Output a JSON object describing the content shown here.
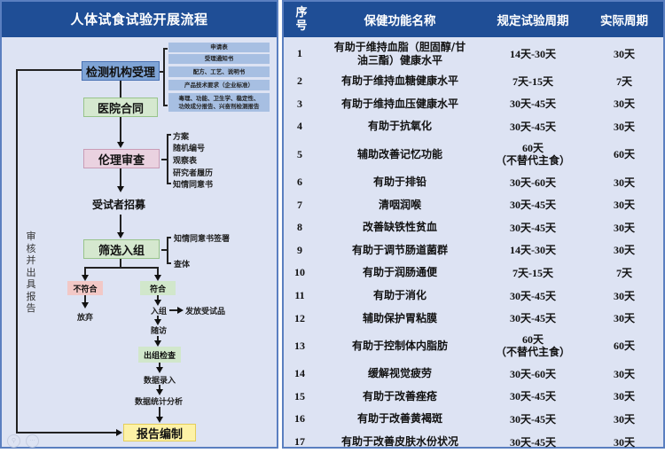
{
  "flowchart": {
    "title": "人体试食试验开展流程",
    "steps": {
      "acceptance": "检测机构受理",
      "hospital_contract": "医院合同",
      "ethics_review": "伦理审查",
      "recruitment": "受试者招募",
      "screening": "筛选入组",
      "not_eligible": "不符合",
      "give_up": "放弃",
      "eligible": "符合",
      "enroll": "入组",
      "distribute": "发放受试品",
      "follow_up": "随访",
      "exit_exam": "出组检查",
      "data_entry": "数据录入",
      "data_analysis": "数据统计分析",
      "report": "报告编制"
    },
    "acceptance_docs": [
      "申请表",
      "受理通知书",
      "配方、工艺、说明书",
      "产品技术要求（企业标准）",
      "毒理、功能、卫生学、稳定性、",
      "功效成分报告、兴奋剂检测报告"
    ],
    "ethics_docs": [
      "方案",
      "随机编号",
      "观察表",
      "研究者履历",
      "知情同意书"
    ],
    "screening_docs": [
      "知情同意书签署",
      "查体"
    ],
    "side_label": [
      "审",
      "核",
      "并",
      "出",
      "具",
      "报",
      "告"
    ]
  },
  "table": {
    "headers": {
      "no_line1": "序",
      "no_line2": "号",
      "name": "保健功能名称",
      "required": "规定试验周期",
      "actual": "实际周期"
    },
    "rows": [
      {
        "no": "1",
        "name": "有助于维持血脂（胆固醇/甘",
        "name2": "油三酯）健康水平",
        "required": "14天-30天",
        "required2": "",
        "actual": "30天"
      },
      {
        "no": "2",
        "name": "有助于维持血糖健康水平",
        "name2": "",
        "required": "7天-15天",
        "required2": "",
        "actual": "7天"
      },
      {
        "no": "3",
        "name": "有助于维持血压健康水平",
        "name2": "",
        "required": "30天-45天",
        "required2": "",
        "actual": "30天"
      },
      {
        "no": "4",
        "name": "有助于抗氧化",
        "name2": "",
        "required": "30天-45天",
        "required2": "",
        "actual": "30天"
      },
      {
        "no": "5",
        "name": "辅助改善记忆功能",
        "name2": "",
        "required": "60天",
        "required2": "（不替代主食）",
        "actual": "60天"
      },
      {
        "no": "6",
        "name": "有助于排铅",
        "name2": "",
        "required": "30天-60天",
        "required2": "",
        "actual": "30天"
      },
      {
        "no": "7",
        "name": "清咽润喉",
        "name2": "",
        "required": "30天-45天",
        "required2": "",
        "actual": "30天"
      },
      {
        "no": "8",
        "name": "改善缺铁性贫血",
        "name2": "",
        "required": "30天-45天",
        "required2": "",
        "actual": "30天"
      },
      {
        "no": "9",
        "name": "有助于调节肠道菌群",
        "name2": "",
        "required": "14天-30天",
        "required2": "",
        "actual": "30天"
      },
      {
        "no": "10",
        "name": "有助于润肠通便",
        "name2": "",
        "required": "7天-15天",
        "required2": "",
        "actual": "7天"
      },
      {
        "no": "11",
        "name": "有助于消化",
        "name2": "",
        "required": "30天-45天",
        "required2": "",
        "actual": "30天"
      },
      {
        "no": "12",
        "name": "辅助保护胃粘膜",
        "name2": "",
        "required": "30天-45天",
        "required2": "",
        "actual": "30天"
      },
      {
        "no": "13",
        "name": "有助于控制体内脂肪",
        "name2": "",
        "required": "60天",
        "required2": "（不替代主食）",
        "actual": "60天"
      },
      {
        "no": "14",
        "name": "缓解视觉疲劳",
        "name2": "",
        "required": "30天-60天",
        "required2": "",
        "actual": "30天"
      },
      {
        "no": "15",
        "name": "有助于改善痤疮",
        "name2": "",
        "required": "30天-45天",
        "required2": "",
        "actual": "30天"
      },
      {
        "no": "16",
        "name": "有助于改善黄褐斑",
        "name2": "",
        "required": "30天-45天",
        "required2": "",
        "actual": "30天"
      },
      {
        "no": "17",
        "name": "有助于改善皮肤水份状况",
        "name2": "",
        "required": "30天-45天",
        "required2": "",
        "actual": "30天"
      }
    ]
  },
  "colors": {
    "header_blue": "#1f4e96",
    "panel_bg": "#dde3f3",
    "border_blue": "#5a7fc0"
  }
}
